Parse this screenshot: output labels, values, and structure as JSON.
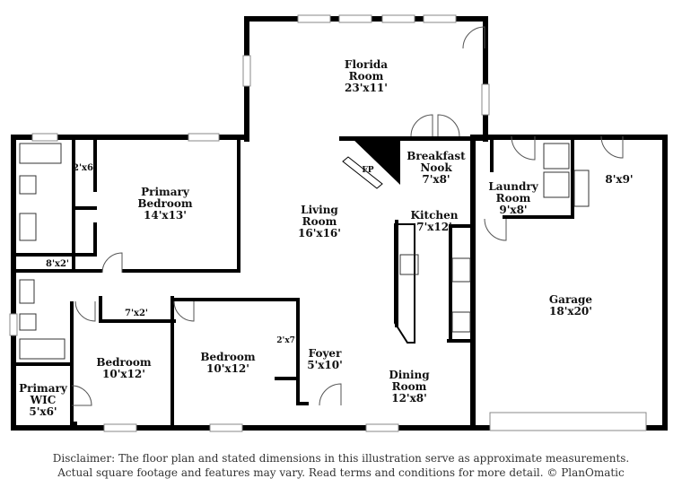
{
  "rooms": {
    "florida": {
      "name": "Florida",
      "name2": "Room",
      "dims": "23'x11'"
    },
    "breakfast": {
      "name": "Breakfast",
      "name2": "Nook",
      "dims": "7'x8'"
    },
    "primary_bed": {
      "name": "Primary",
      "name2": "Bedroom",
      "dims": "14'x13'"
    },
    "living": {
      "name": "Living",
      "name2": "Room",
      "dims": "16'x16'"
    },
    "kitchen": {
      "name": "Kitchen",
      "dims": "7'x12'"
    },
    "laundry": {
      "name": "Laundry",
      "name2": "Room",
      "dims": "9'x8'"
    },
    "storage": {
      "dims": "8'x9'"
    },
    "garage": {
      "name": "Garage",
      "dims": "18'x20'"
    },
    "closet_2x6": {
      "dims": "2'x6'"
    },
    "closet_8x2": {
      "dims": "8'x2'"
    },
    "closet_7x2": {
      "dims": "7'x2'"
    },
    "closet_2x7": {
      "dims": "2'x7'"
    },
    "bedroom_left": {
      "name": "Bedroom",
      "dims": "10'x12'"
    },
    "bedroom_mid": {
      "name": "Bedroom",
      "dims": "10'x12'"
    },
    "foyer": {
      "name": "Foyer",
      "dims": "5'x10'"
    },
    "dining": {
      "name": "Dining",
      "name2": "Room",
      "dims": "12'x8'"
    },
    "primary_wic": {
      "name": "Primary",
      "name2": "WIC",
      "dims": "5'x6'"
    }
  },
  "fireplace_label": "FP",
  "disclaimer": {
    "line1": "Disclaimer: The floor plan and stated dimensions in this illustration serve as approximate measurements.",
    "line2": "Actual square footage and features may vary. Read terms and conditions for more detail. © PlanOmatic"
  }
}
